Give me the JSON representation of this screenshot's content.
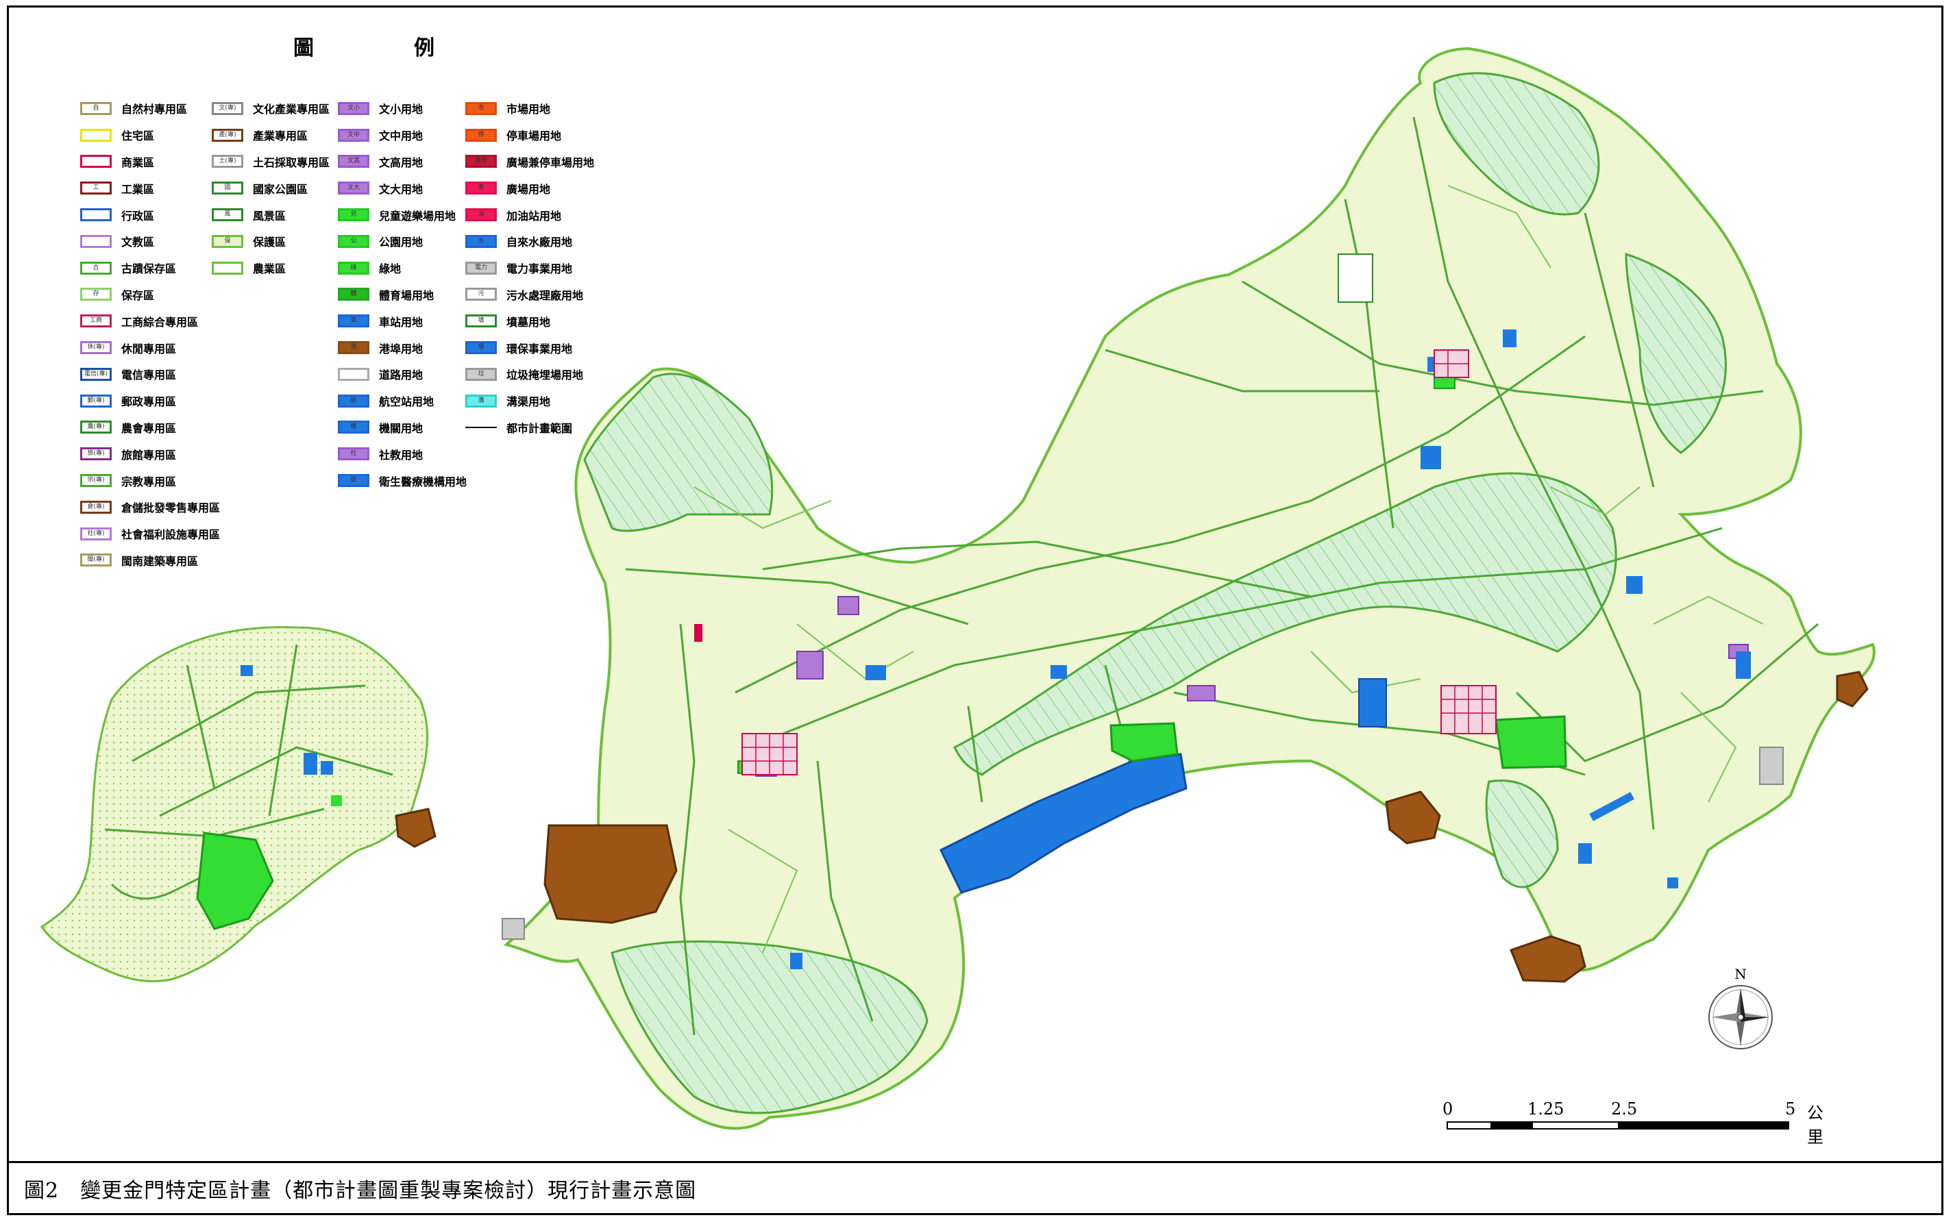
{
  "legend": {
    "title": "圖　例",
    "columns": [
      [
        {
          "code": "自",
          "label": "自然村專用區",
          "border": "#a89a5a",
          "fill": "#ffffff"
        },
        {
          "code": "",
          "label": "住宅區",
          "border": "#e6e600",
          "fill": "#ffffff"
        },
        {
          "code": "",
          "label": "商業區",
          "border": "#d6004b",
          "fill": "#ffffff"
        },
        {
          "code": "工",
          "label": "工業區",
          "border": "#8b1a1a",
          "fill": "#ffffff"
        },
        {
          "code": "",
          "label": "行政區",
          "border": "#1f63d6",
          "fill": "#ffffff"
        },
        {
          "code": "",
          "label": "文教區",
          "border": "#b07ad6",
          "fill": "#ffffff"
        },
        {
          "code": "古",
          "label": "古蹟保存區",
          "border": "#4aa832",
          "fill": "#ffffff"
        },
        {
          "code": "存",
          "label": "保存區",
          "border": "#8fcf6b",
          "fill": "#ffffff"
        },
        {
          "code": "工商",
          "label": "工商綜合專用區",
          "border": "#c02050",
          "fill": "#ffffff"
        },
        {
          "code": "休(專)",
          "label": "休閒專用區",
          "border": "#a070d0",
          "fill": "#ffffff"
        },
        {
          "code": "電信(專)",
          "label": "電信專用區",
          "border": "#1c4fb0",
          "fill": "#ffffff"
        },
        {
          "code": "郵(專)",
          "label": "郵政專用區",
          "border": "#1f63d6",
          "fill": "#ffffff"
        },
        {
          "code": "農(專)",
          "label": "農會專用區",
          "border": "#2c8a2c",
          "fill": "#ffffff"
        },
        {
          "code": "旅(專)",
          "label": "旅館專用區",
          "border": "#8a2a8a",
          "fill": "#ffffff"
        },
        {
          "code": "宗(專)",
          "label": "宗教專用區",
          "border": "#4aa832",
          "fill": "#ffffff"
        },
        {
          "code": "倉(專)",
          "label": "倉儲批發零售專用區",
          "border": "#7a3a1a",
          "fill": "#ffffff"
        },
        {
          "code": "社(專)",
          "label": "社會福利設施專用區",
          "border": "#b07ad6",
          "fill": "#ffffff"
        },
        {
          "code": "閩(專)",
          "label": "閩南建築專用區",
          "border": "#a89a5a",
          "fill": "#ffffff"
        }
      ],
      [
        {
          "code": "文(專)",
          "label": "文化產業專用區",
          "border": "#888888",
          "fill": "#ffffff"
        },
        {
          "code": "產(專)",
          "label": "產業專用區",
          "border": "#7a3a1a",
          "fill": "#ffffff"
        },
        {
          "code": "土(專)",
          "label": "土石採取專用區",
          "border": "#999999",
          "fill": "#ffffff"
        },
        {
          "code": "國",
          "label": "國家公園區",
          "border": "#2c8a2c",
          "fill": "#ffffff"
        },
        {
          "code": "風",
          "label": "風景區",
          "border": "#2c8a2c",
          "fill": "#ffffff"
        },
        {
          "code": "保",
          "label": "保護區",
          "border": "#6cbf3a",
          "fill": "#e8f3c8"
        },
        {
          "code": "",
          "label": "農業區",
          "border": "#6cbf3a",
          "fill": "#ffffff"
        }
      ],
      [
        {
          "code": "文小",
          "label": "文小用地",
          "border": "#9b59d0",
          "fill": "#b07ad6"
        },
        {
          "code": "文中",
          "label": "文中用地",
          "border": "#9b59d0",
          "fill": "#b07ad6"
        },
        {
          "code": "文高",
          "label": "文高用地",
          "border": "#9b59d0",
          "fill": "#b07ad6"
        },
        {
          "code": "文大",
          "label": "文大用地",
          "border": "#9b59d0",
          "fill": "#b07ad6"
        },
        {
          "code": "兒",
          "label": "兒童遊樂場用地",
          "border": "#22cc22",
          "fill": "#33dd33"
        },
        {
          "code": "公",
          "label": "公園用地",
          "border": "#22cc22",
          "fill": "#33dd33"
        },
        {
          "code": "綠",
          "label": "綠地",
          "border": "#22cc22",
          "fill": "#33dd33"
        },
        {
          "code": "體",
          "label": "體育場用地",
          "border": "#22aa22",
          "fill": "#22bb22"
        },
        {
          "code": "車",
          "label": "車站用地",
          "border": "#1f63d6",
          "fill": "#1f7ae0"
        },
        {
          "code": "港",
          "label": "港埠用地",
          "border": "#8b4a12",
          "fill": "#9c5516"
        },
        {
          "code": "",
          "label": "道路用地",
          "border": "#aaaaaa",
          "fill": "#ffffff"
        },
        {
          "code": "航",
          "label": "航空站用地",
          "border": "#1f63d6",
          "fill": "#1f7ae0"
        },
        {
          "code": "機",
          "label": "機關用地",
          "border": "#1f63d6",
          "fill": "#1f7ae0"
        },
        {
          "code": "社",
          "label": "社教用地",
          "border": "#9b59d0",
          "fill": "#b07ad6"
        },
        {
          "code": "衛",
          "label": "衛生醫療機構用地",
          "border": "#1f63d6",
          "fill": "#1f7ae0"
        }
      ],
      [
        {
          "code": "市",
          "label": "市場用地",
          "border": "#e04a10",
          "fill": "#f05a1a"
        },
        {
          "code": "停",
          "label": "停車場用地",
          "border": "#e04a10",
          "fill": "#f05a1a"
        },
        {
          "code": "廣停",
          "label": "廣場兼停車場用地",
          "border": "#b01030",
          "fill": "#c41838"
        },
        {
          "code": "廣",
          "label": "廣場用地",
          "border": "#e01050",
          "fill": "#f01858"
        },
        {
          "code": "油",
          "label": "加油站用地",
          "border": "#e01050",
          "fill": "#f01858"
        },
        {
          "code": "水",
          "label": "自來水廠用地",
          "border": "#1f63d6",
          "fill": "#1f7ae0"
        },
        {
          "code": "電力",
          "label": "電力事業用地",
          "border": "#999999",
          "fill": "#cccccc"
        },
        {
          "code": "污",
          "label": "污水處理廠用地",
          "border": "#999999",
          "fill": "#ffffff"
        },
        {
          "code": "墳",
          "label": "墳墓用地",
          "border": "#2c8a2c",
          "fill": "#ffffff"
        },
        {
          "code": "環",
          "label": "環保事業用地",
          "border": "#1f63d6",
          "fill": "#1f7ae0"
        },
        {
          "code": "垃",
          "label": "垃圾掩埋場用地",
          "border": "#999999",
          "fill": "#cccccc"
        },
        {
          "code": "溝",
          "label": "溝渠用地",
          "border": "#33cccc",
          "fill": "#66eeee"
        },
        {
          "code": "",
          "label": "都市計畫範圍",
          "border": "#ffffff",
          "fill": "#ffffff"
        }
      ]
    ]
  },
  "scale": {
    "ticks": [
      "0",
      "1.25",
      "2.5",
      "5"
    ],
    "unit": "公里"
  },
  "compass": {
    "label": "N"
  },
  "caption": "圖2　變更金門特定區計畫（都市計畫圖重製專案檢討）現行計畫示意圖",
  "colors": {
    "protection": "#e8f3c8",
    "national_park": "#c8ecc8",
    "zone_line": "#4aa832",
    "boundary": "#2a2a2a",
    "harbor": "#9c5516",
    "airport": "#1f7ae0",
    "park": "#33dd33",
    "school": "#b07ad6",
    "commercial": "#d6004b"
  }
}
